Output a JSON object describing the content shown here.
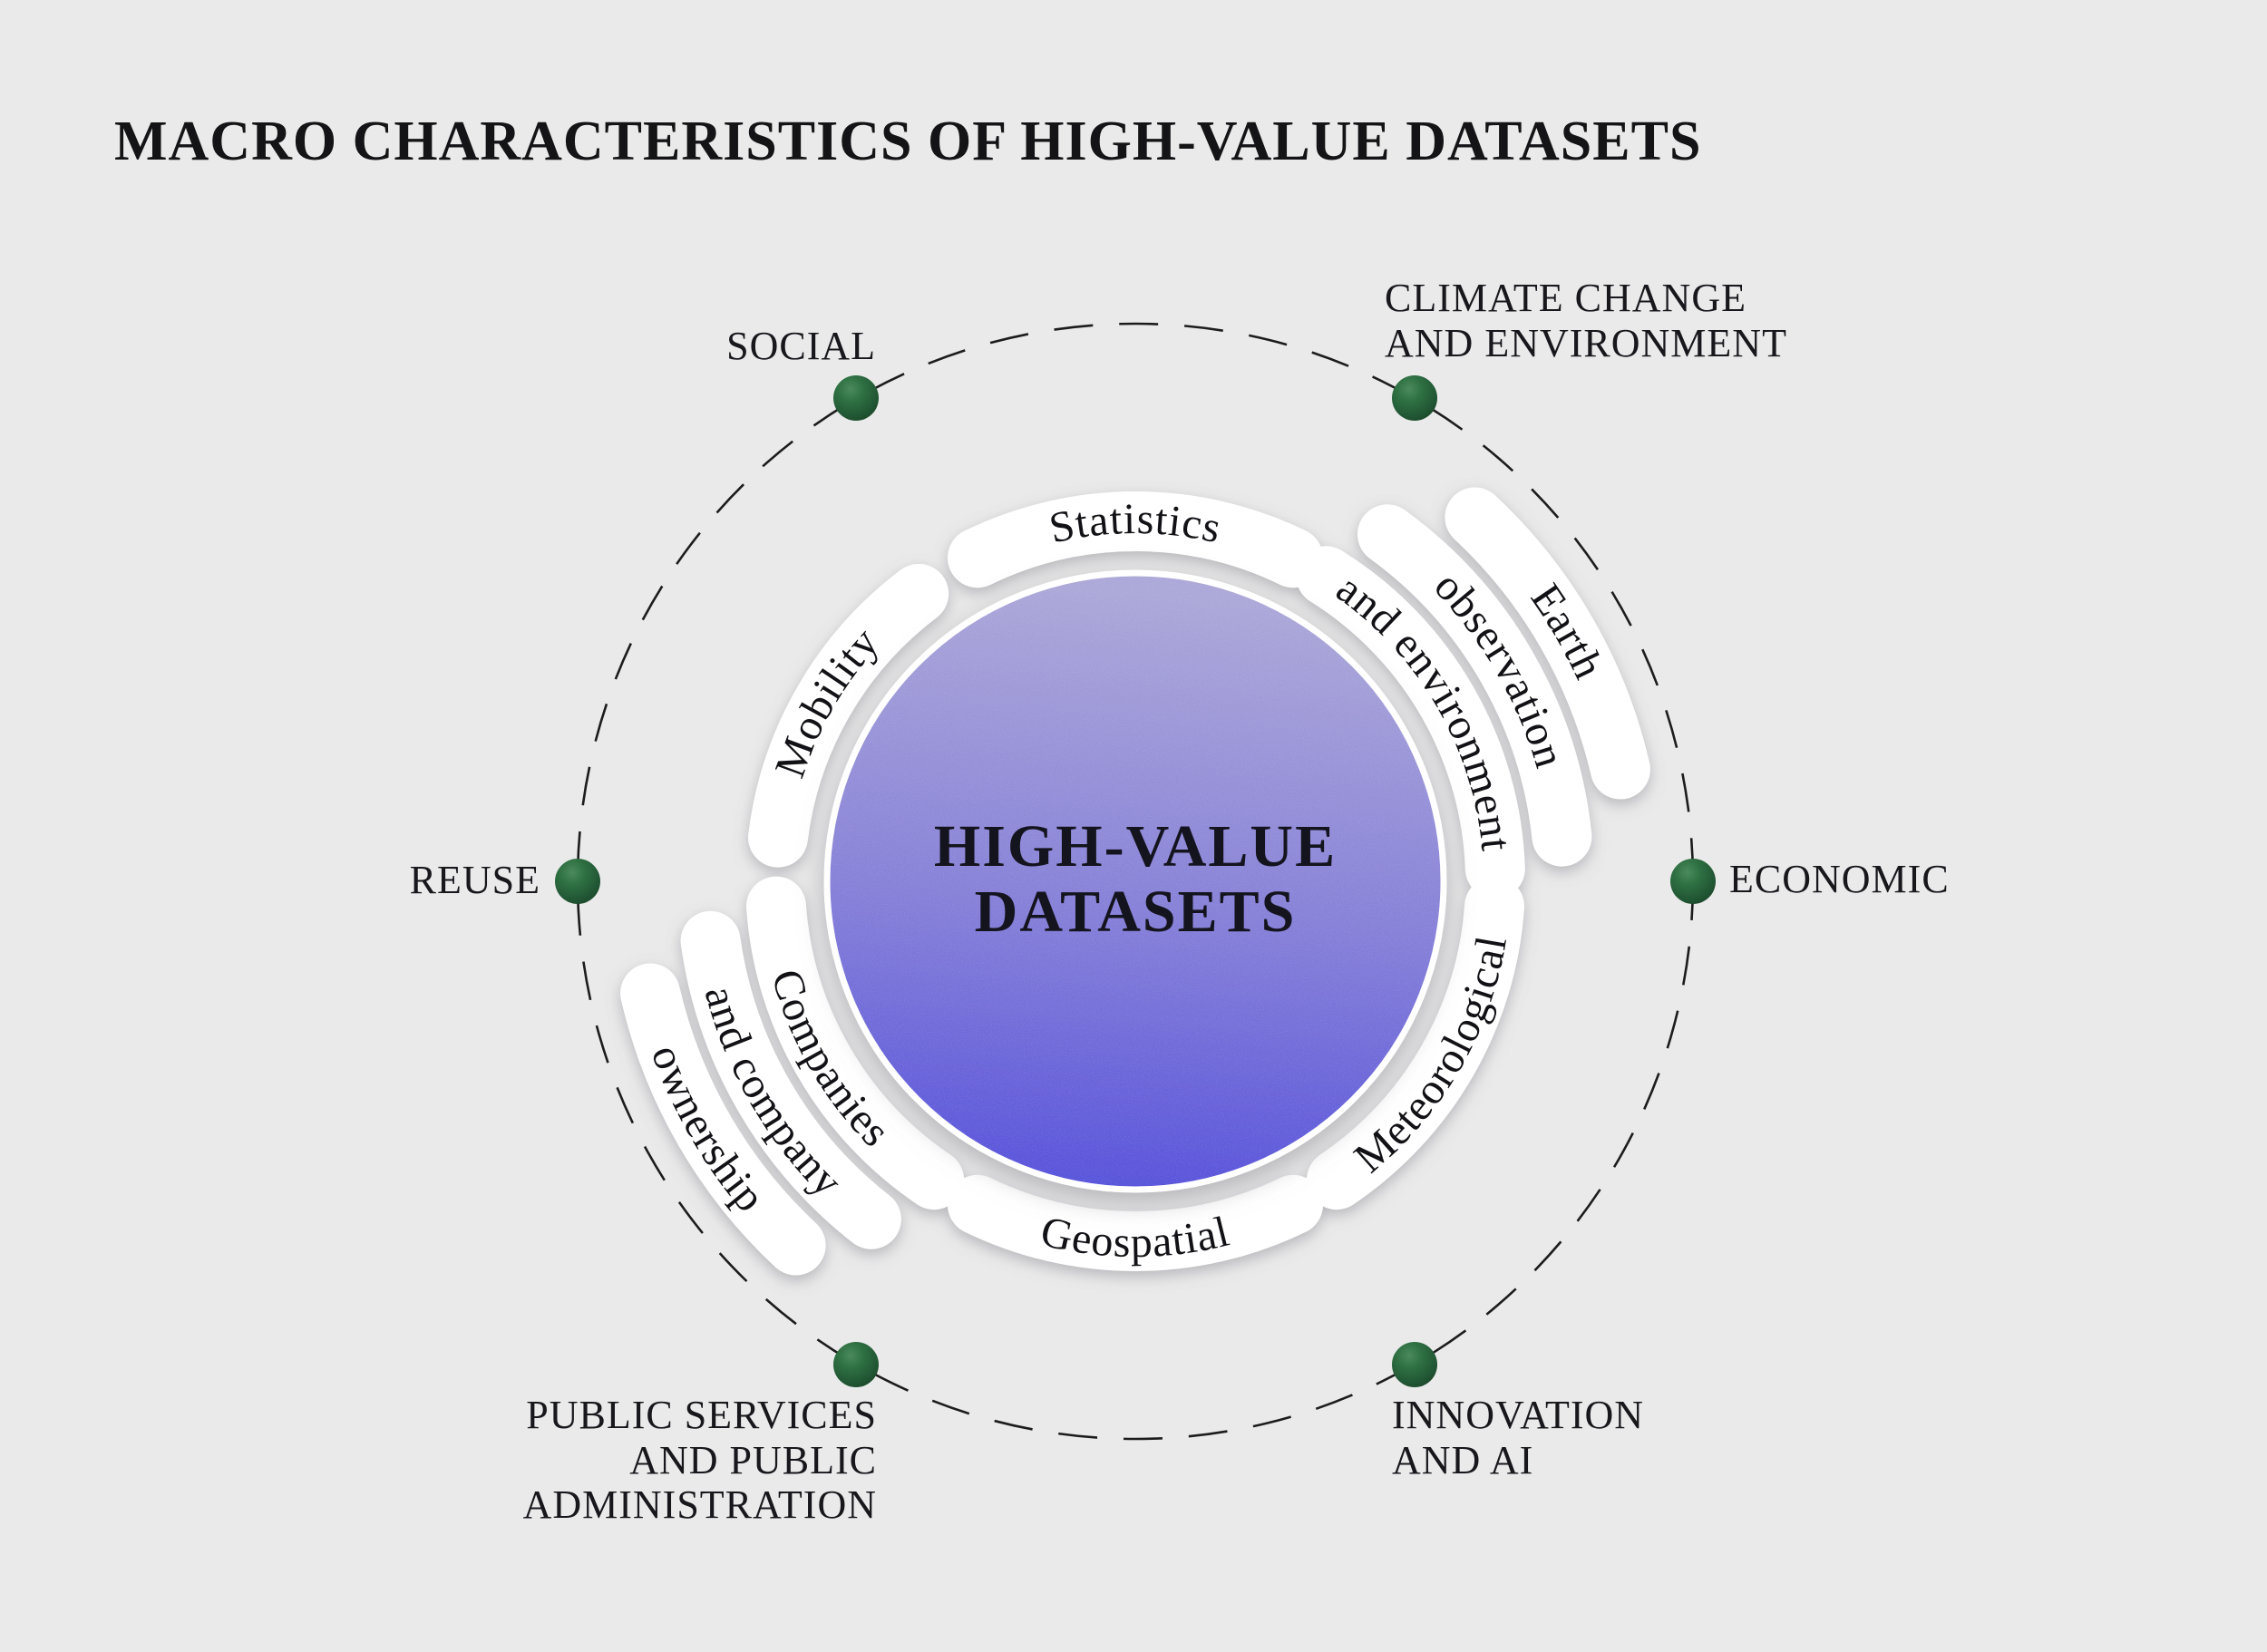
{
  "title": "MACRO CHARACTERISTICS OF HIGH-VALUE DATASETS",
  "center_circle": {
    "line1": "HIGH-VALUE",
    "line2": "DATASETS"
  },
  "segments": {
    "statistics": "Statistics",
    "earth_observation": [
      "Earth",
      "observation",
      "and environment"
    ],
    "meteorological": "Meteorological",
    "geospatial": "Geospatial",
    "companies": [
      "Companies",
      "and company",
      "ownership"
    ],
    "mobility": "Mobility"
  },
  "outer_nodes": {
    "social": {
      "label": "SOCIAL"
    },
    "climate": {
      "lines": [
        "CLIMATE CHANGE",
        "AND ENVIRONMENT"
      ]
    },
    "economic": {
      "label": "ECONOMIC"
    },
    "innovation": {
      "lines": [
        "INNOVATION",
        "AND AI"
      ]
    },
    "public_services": {
      "lines": [
        "PUBLIC SERVICES",
        "AND PUBLIC",
        "ADMINISTRATION"
      ]
    },
    "reuse": {
      "label": "REUSE"
    }
  },
  "colors": {
    "background": "#eaeaea",
    "circle_gradient_top": "#aba7d8",
    "circle_gradient_mid": "#8781d8",
    "circle_gradient_bottom": "#544fdb",
    "band": "#ffffff",
    "node_green": "#2e6f42",
    "orbit_line": "#1c1c1c",
    "text": "#15151a"
  }
}
